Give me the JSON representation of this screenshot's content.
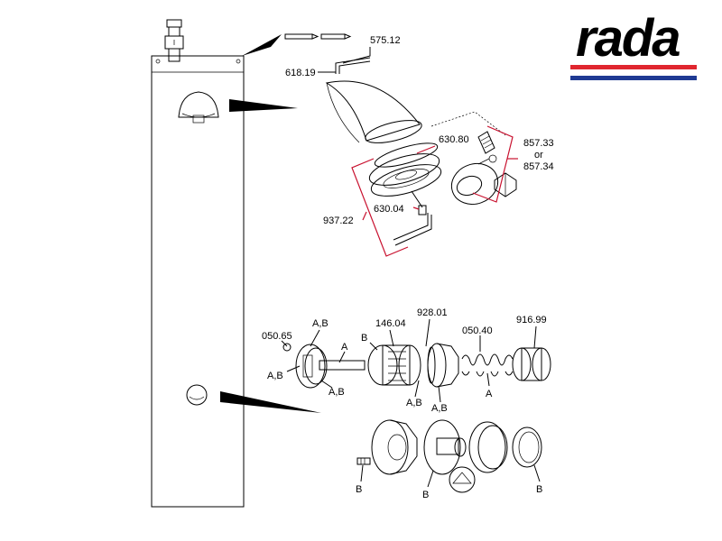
{
  "brand": {
    "logo_text": "rada",
    "colors": {
      "red": "#e0262f",
      "blue": "#1f3a93",
      "callout": "#c8102e"
    }
  },
  "labels": {
    "p575_12": "575.12",
    "p618_19": "618.19",
    "p630_80": "630.80",
    "p857_33": "857.33",
    "or": "or",
    "p857_34": "857.34",
    "p630_04": "630.04",
    "p937_22": "937.22",
    "p050_65": "050.65",
    "ab_1": "A,B",
    "a_1": "A",
    "ab_2": "A,B",
    "ab_3": "A,B",
    "p146_04": "146.04",
    "b_1": "B",
    "p928_01": "928.01",
    "p050_40": "050.40",
    "p916_99": "916.99",
    "ab_4": "A,B",
    "ab_5": "A,B",
    "a_2": "A",
    "b_2": "B",
    "b_3": "B",
    "b_4": "B"
  }
}
